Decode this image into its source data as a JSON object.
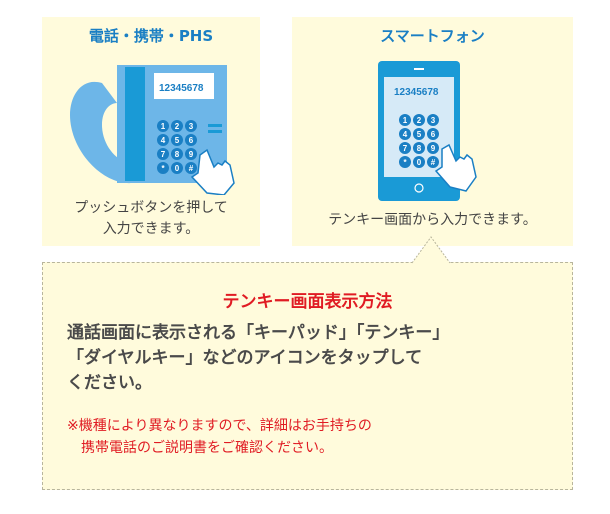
{
  "panels": {
    "landline": {
      "title": "電話・携帯・PHS",
      "display_number": "12345678",
      "caption_line1": "プッシュボタンを押して",
      "caption_line2": "入力できます。",
      "icon": "desk-phone-icon"
    },
    "smartphone": {
      "title": "スマートフォン",
      "display_number": "12345678",
      "caption": "テンキー画面から入力できます。",
      "icon": "smartphone-icon"
    }
  },
  "keypad": {
    "keys": [
      "1",
      "2",
      "3",
      "4",
      "5",
      "6",
      "7",
      "8",
      "9",
      "*",
      "0",
      "#"
    ]
  },
  "info": {
    "title": "テンキー画面表示方法",
    "body_line1": "通話画面に表示される「キーパッド」「テンキー」",
    "body_line2": "「ダイヤルキー」などのアイコンをタップして",
    "body_line3": "ください。",
    "note_line1": "※機種により異なりますので、詳細はお手持ちの",
    "note_line2": "携帯電話のご説明書をご確認ください。"
  },
  "colors": {
    "panel_bg": "#fffbdc",
    "accent_blue": "#1a7fc4",
    "phone_light_blue": "#6db6e8",
    "alert_red": "#e01b23",
    "text_gray": "#444444"
  }
}
